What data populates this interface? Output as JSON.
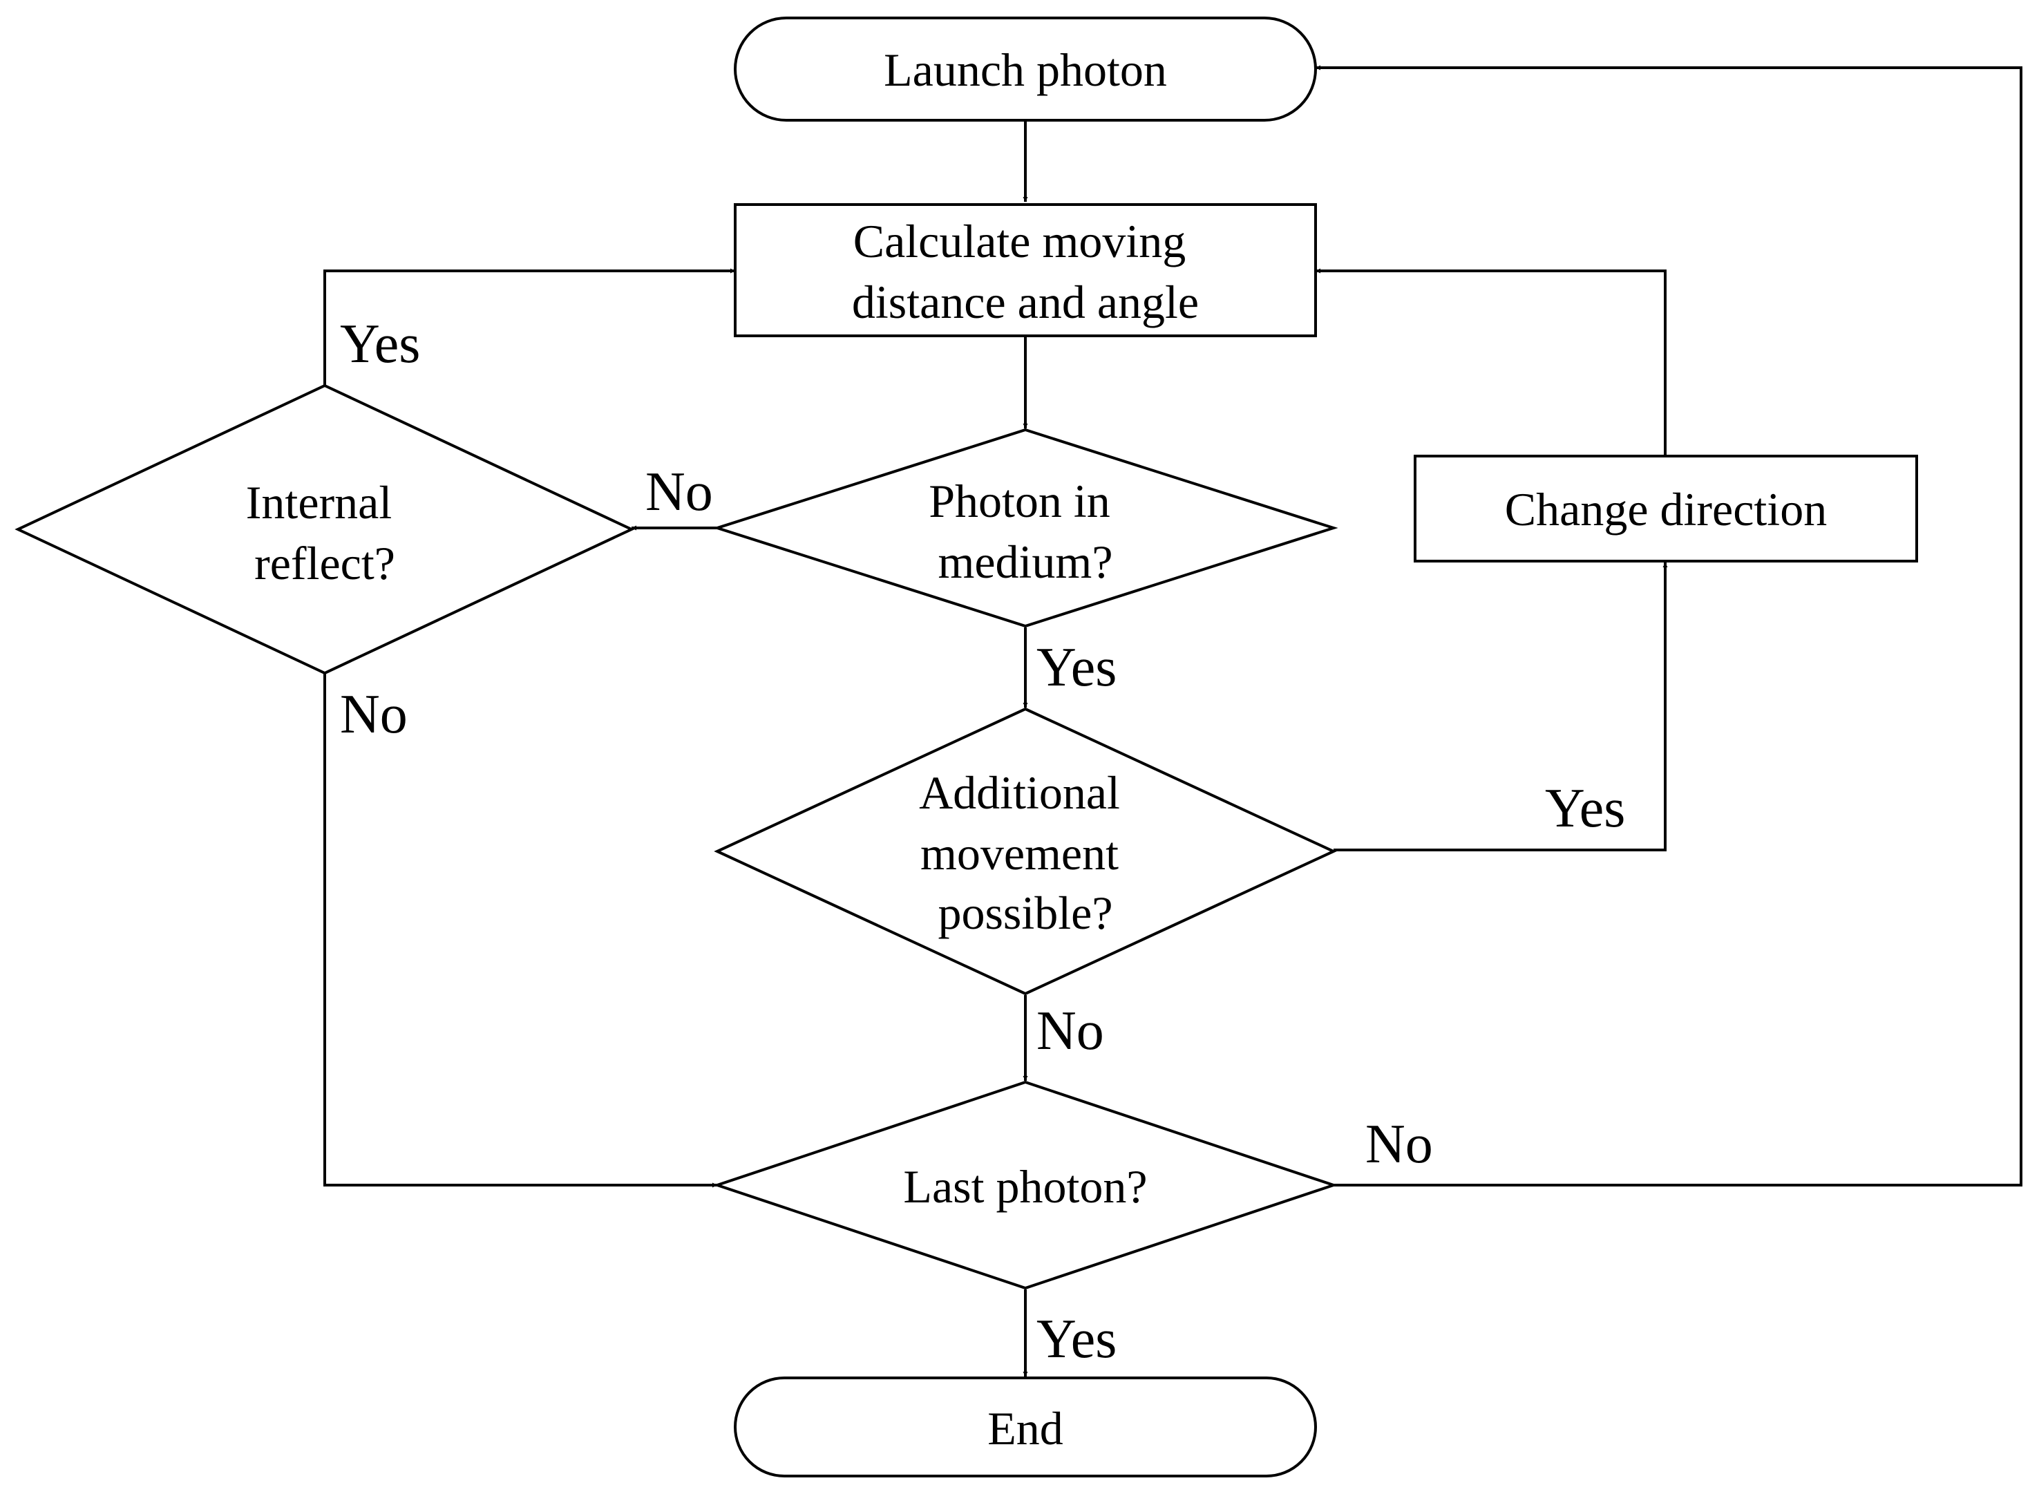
{
  "nodes": {
    "launch": {
      "label": "Launch photon",
      "shape": "terminal"
    },
    "calculate": {
      "lines": [
        "Calculate moving",
        "distance and angle"
      ],
      "shape": "process"
    },
    "photon_in_medium": {
      "lines": [
        "Photon in",
        "medium?"
      ],
      "shape": "decision"
    },
    "internal_reflect": {
      "lines": [
        "Internal",
        "reflect?"
      ],
      "shape": "decision"
    },
    "change_direction": {
      "label": "Change direction",
      "shape": "process"
    },
    "additional_movement": {
      "lines": [
        "Additional",
        "movement",
        "possible?"
      ],
      "shape": "decision"
    },
    "last_photon": {
      "label": "Last photon?",
      "shape": "decision"
    },
    "end": {
      "label": "End",
      "shape": "terminal"
    }
  },
  "edges": [
    {
      "from": "launch",
      "to": "calculate",
      "label": ""
    },
    {
      "from": "calculate",
      "to": "photon_in_medium",
      "label": ""
    },
    {
      "from": "photon_in_medium",
      "to": "internal_reflect",
      "label": "No"
    },
    {
      "from": "internal_reflect",
      "to": "calculate",
      "label": "Yes"
    },
    {
      "from": "internal_reflect",
      "to": "last_photon",
      "label": "No"
    },
    {
      "from": "photon_in_medium",
      "to": "additional_movement",
      "label": "Yes"
    },
    {
      "from": "additional_movement",
      "to": "change_direction",
      "label": "Yes"
    },
    {
      "from": "change_direction",
      "to": "calculate",
      "label": ""
    },
    {
      "from": "additional_movement",
      "to": "last_photon",
      "label": "No"
    },
    {
      "from": "last_photon",
      "to": "launch",
      "label": "No"
    },
    {
      "from": "last_photon",
      "to": "end",
      "label": "Yes"
    }
  ]
}
